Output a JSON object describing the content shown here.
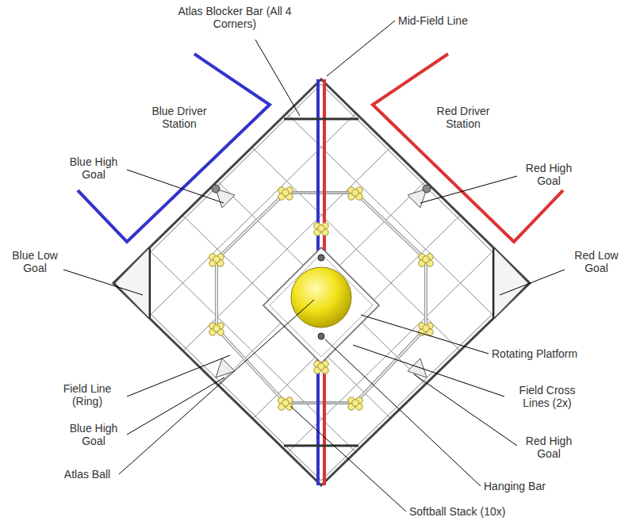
{
  "diagram": {
    "labels": [
      "Atlas Blocker Bar (All 4 Corners)",
      "Mid-Field Line",
      "Blue Driver Station",
      "Red Driver Station",
      "Blue High Goal",
      "Red High Goal",
      "Blue Low Goal",
      "Red Low Goal",
      "Field Line (Ring)",
      "Rotating Platform",
      "Field Cross Lines (2x)",
      "Blue High Goal",
      "Red High Goal",
      "Atlas Ball",
      "Hanging Bar",
      "Softball Stack (10x)"
    ]
  }
}
